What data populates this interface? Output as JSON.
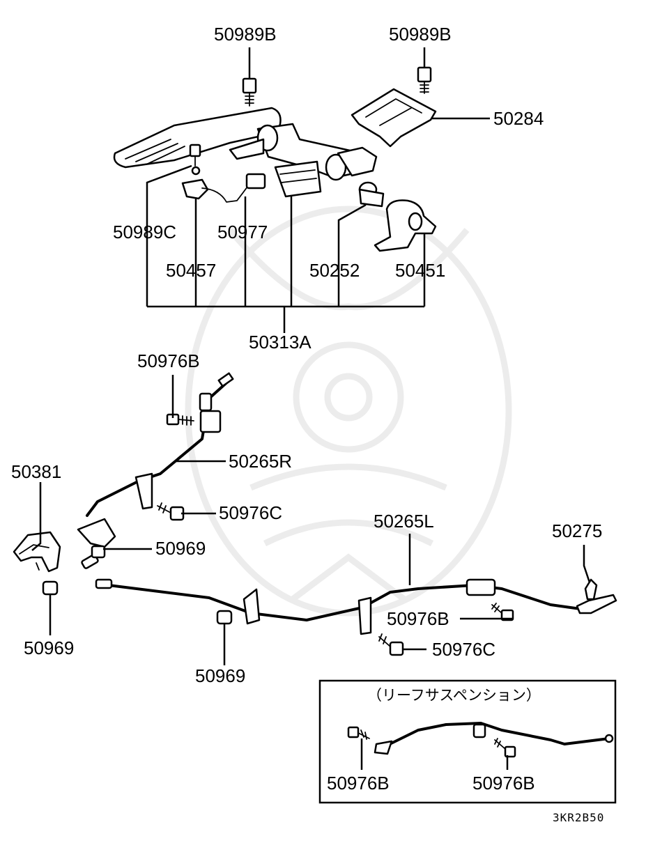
{
  "callouts": {
    "bolt_top_left": "50989B",
    "bolt_top_right": "50989B",
    "bracket": "50284",
    "bolt_lever": "50989C",
    "switch_harness": "50977",
    "switch": "50457",
    "grommet": "50252",
    "mount": "50451",
    "lever_assy": "50313A",
    "bolt_cable_r_top": "50976B",
    "cable_r": "50265R",
    "cover": "50381",
    "bolt_cable_r": "50976C",
    "nut_mid": "50969",
    "nut_cover": "50969",
    "cable_l": "50265L",
    "clip": "50275",
    "bolt_cable_l_b": "50976B",
    "bolt_cable_l_c": "50976C",
    "nut_bottom": "50969"
  },
  "inset": {
    "title": "（リーフサスペンション）",
    "bolt_left": "50976B",
    "bolt_right": "50976B"
  },
  "figure_code": "3KR2B50"
}
